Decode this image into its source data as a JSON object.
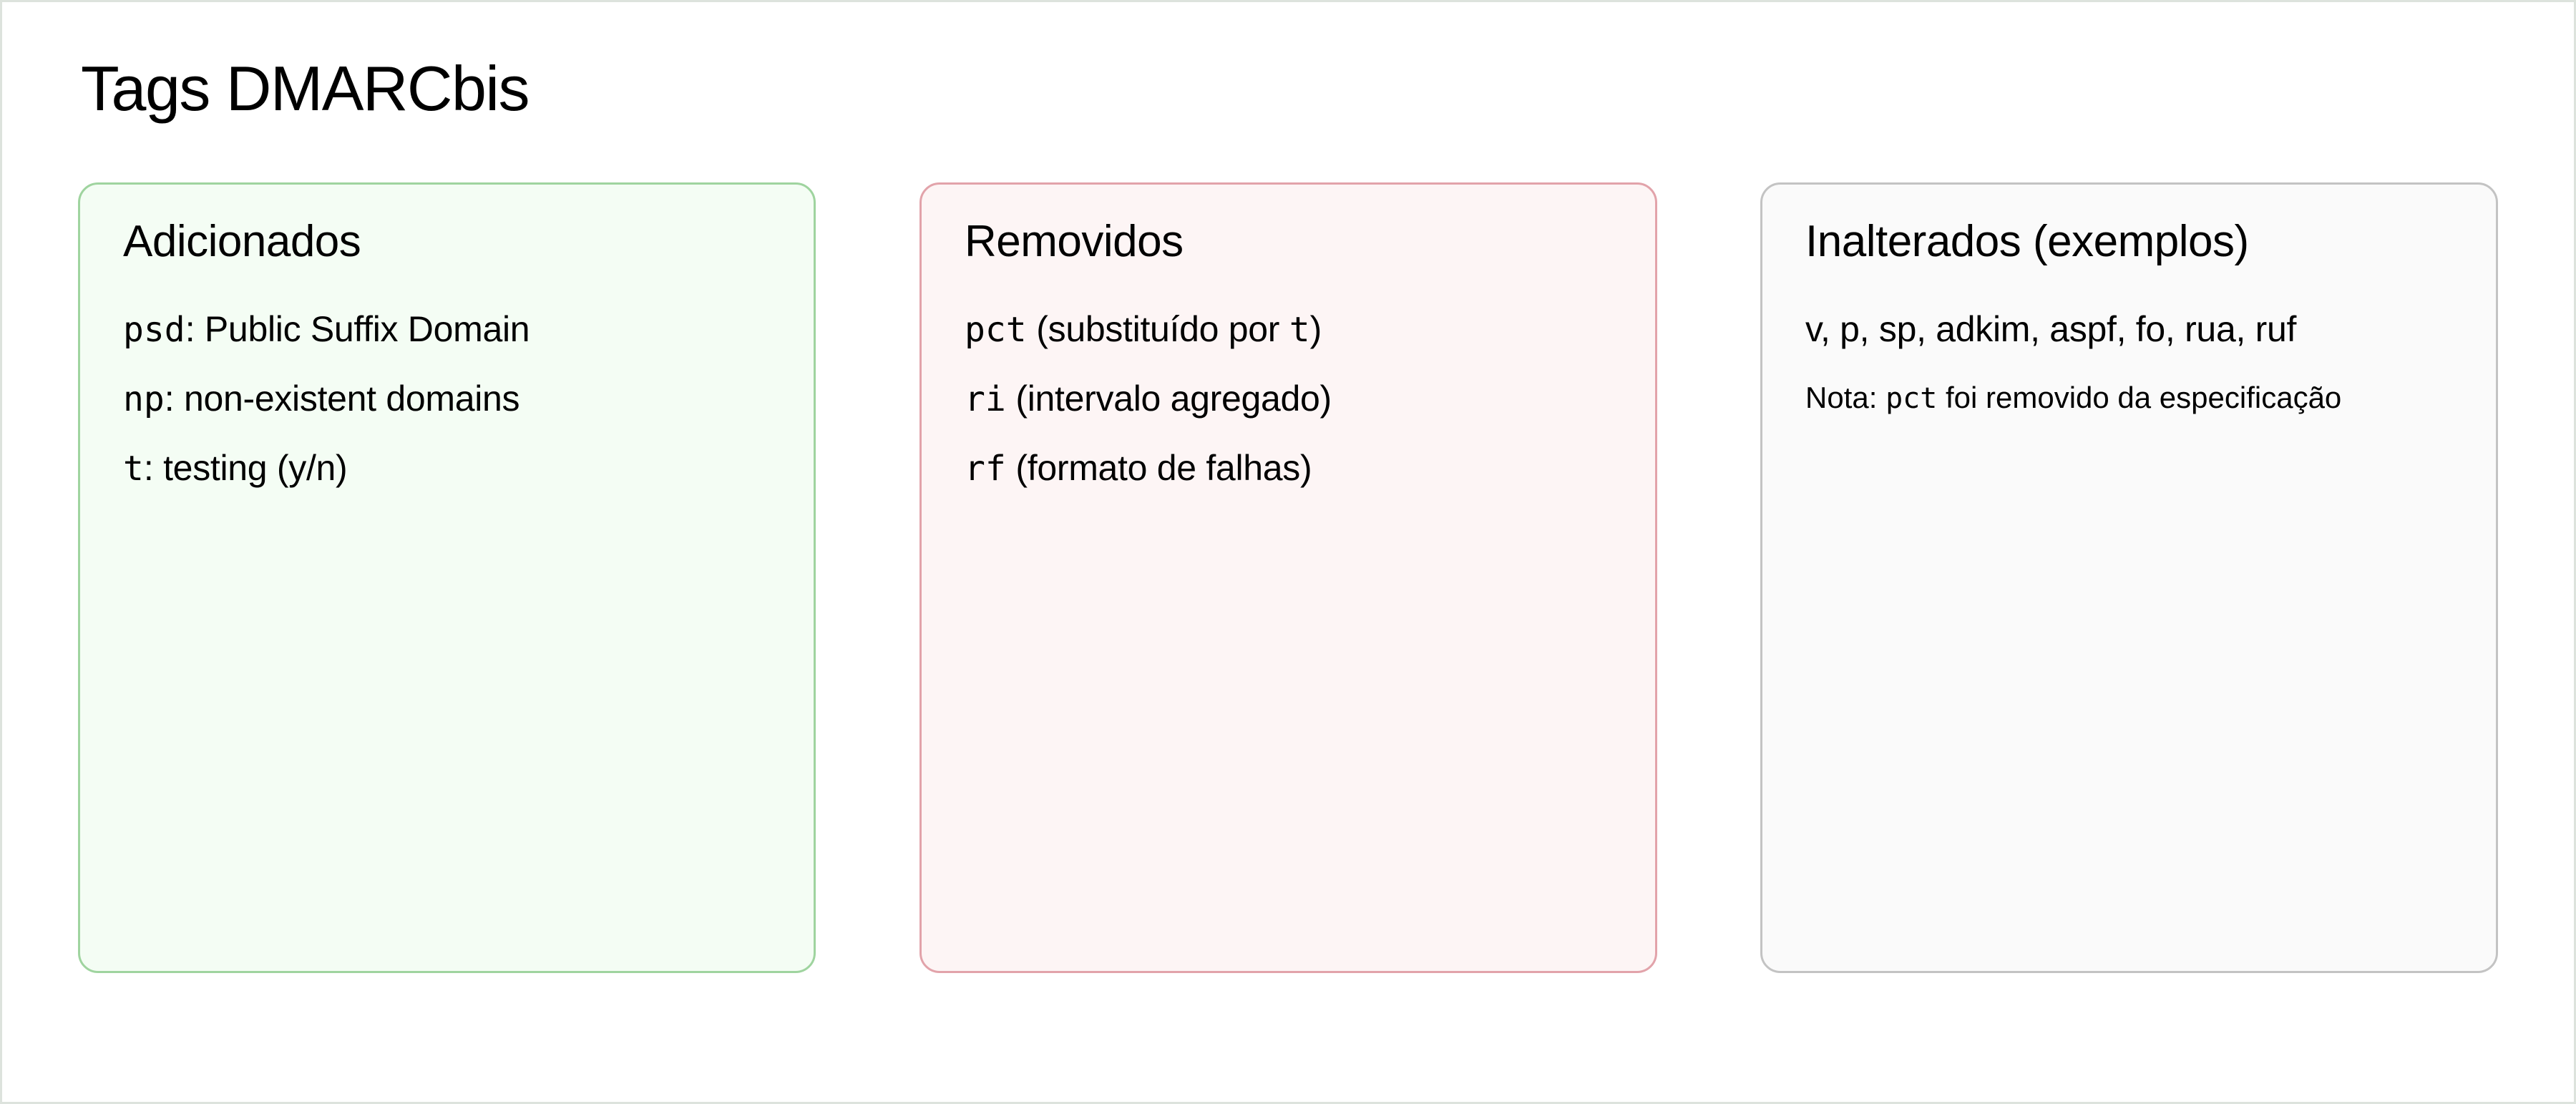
{
  "page": {
    "title": "Tags DMARCbis"
  },
  "colors": {
    "added_border": "#9fd49f",
    "added_bg": "#f4fdf4",
    "removed_border": "#e2a3aa",
    "removed_bg": "#fdf5f5",
    "unchanged_border": "#c3c3c3",
    "unchanged_bg": "#fafafa"
  },
  "cards": {
    "added": {
      "title": "Adicionados",
      "items": [
        {
          "code": "psd",
          "text": ": Public Suffix Domain"
        },
        {
          "code": "np",
          "text": ": non-existent domains"
        },
        {
          "code": "t",
          "text": ": testing (y/n)"
        }
      ]
    },
    "removed": {
      "title": "Removidos",
      "items": [
        {
          "code": "pct",
          "text": " (substituído por ",
          "code2": "t",
          "text2": ")"
        },
        {
          "code": "ri",
          "text": " (intervalo agregado)"
        },
        {
          "code": "rf",
          "text": " (formato de falhas)"
        }
      ]
    },
    "unchanged": {
      "title": "Inalterados (exemplos)",
      "tags": "v, p, sp, adkim, aspf, fo, rua, ruf",
      "note": {
        "prefix": "Nota: ",
        "code": "pct",
        "suffix": " foi removido da especificação"
      }
    }
  }
}
